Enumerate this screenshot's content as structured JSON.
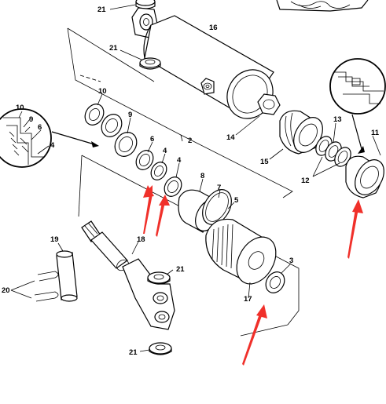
{
  "callouts": [
    {
      "id": "c21a",
      "text": "21"
    },
    {
      "id": "c16",
      "text": "16"
    },
    {
      "id": "c21b",
      "text": "21"
    },
    {
      "id": "c10",
      "text": "10"
    },
    {
      "id": "c9",
      "text": "9"
    },
    {
      "id": "c6",
      "text": "6"
    },
    {
      "id": "c4a",
      "text": "4"
    },
    {
      "id": "c4b",
      "text": "4"
    },
    {
      "id": "c2",
      "text": "2"
    },
    {
      "id": "c8",
      "text": "8"
    },
    {
      "id": "c7",
      "text": "7"
    },
    {
      "id": "c5",
      "text": "5"
    },
    {
      "id": "c3",
      "text": "3"
    },
    {
      "id": "c17",
      "text": "17"
    },
    {
      "id": "c14",
      "text": "14"
    },
    {
      "id": "c15",
      "text": "15"
    },
    {
      "id": "c13",
      "text": "13"
    },
    {
      "id": "c12",
      "text": "12"
    },
    {
      "id": "c11",
      "text": "11"
    },
    {
      "id": "c19",
      "text": "19"
    },
    {
      "id": "c18",
      "text": "18"
    },
    {
      "id": "c20",
      "text": "20"
    },
    {
      "id": "c21c",
      "text": "21"
    },
    {
      "id": "c21d",
      "text": "21"
    },
    {
      "id": "d10",
      "text": "10"
    },
    {
      "id": "d9",
      "text": "9"
    },
    {
      "id": "d6",
      "text": "6"
    },
    {
      "id": "d4",
      "text": "4"
    }
  ],
  "colors": {
    "ink": "#000000",
    "background": "#ffffff",
    "highlight_arrow": "#f0302a"
  },
  "icons": [
    "detail-magnifier-left",
    "detail-magnifier-right",
    "red-highlight-arrow"
  ]
}
